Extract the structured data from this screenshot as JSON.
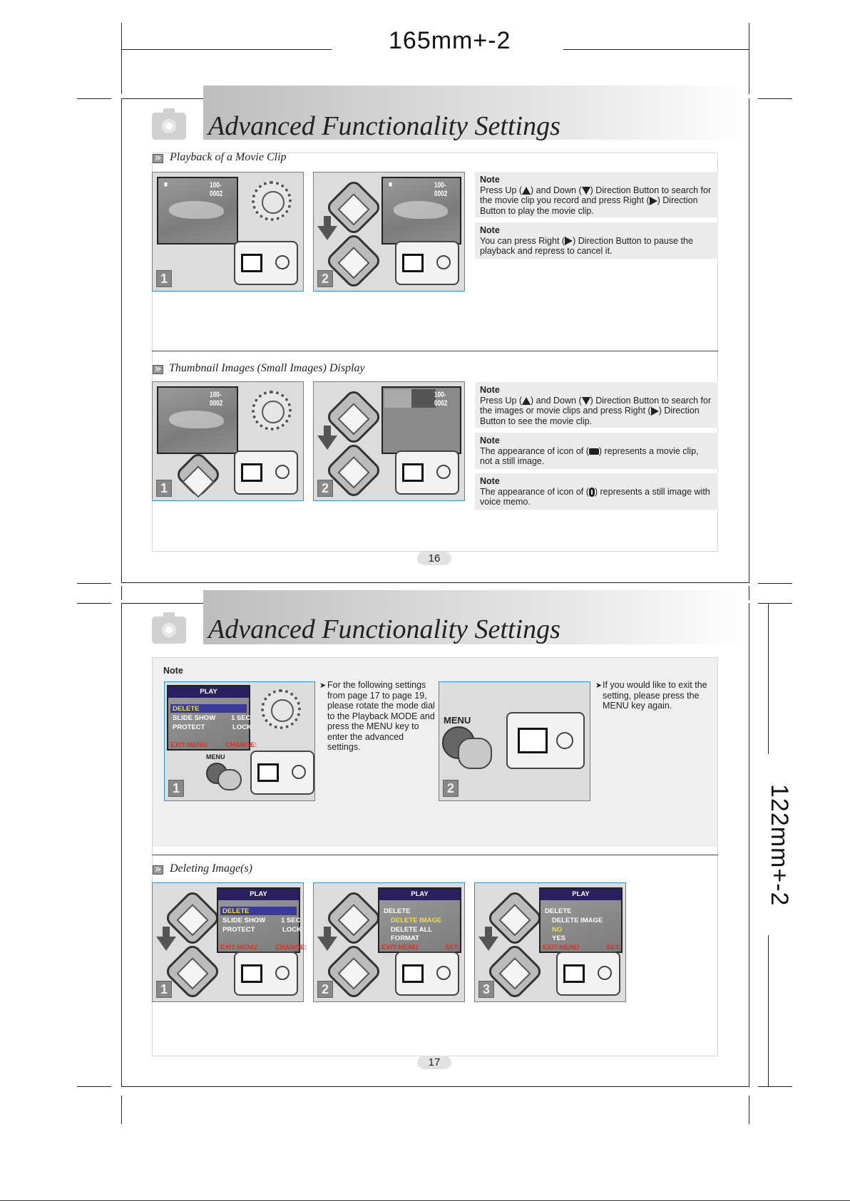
{
  "spec": {
    "width_label": "165mm+-2",
    "height_label": "122mm+-2"
  },
  "page16": {
    "banner_title": "Advanced Functionality Settings",
    "section1": {
      "heading": "Playback of a Movie Clip",
      "panel1": {
        "counter": "100-0002",
        "step": "1"
      },
      "panel2": {
        "counter": "100-0002",
        "step": "2"
      },
      "notes": [
        {
          "title": "Note",
          "parts": [
            "Press Up (",
            ") and Down (",
            ") Direction Button to search for the movie clip you record and press Right (",
            ") Direction Button to play the movie clip."
          ]
        },
        {
          "title": "Note",
          "parts": [
            "You can press Right (",
            ") Direction Button to pause the playback and repress to cancel it."
          ]
        }
      ]
    },
    "section2": {
      "heading": "Thumbnail Images (Small Images) Display",
      "panel1": {
        "counter": "100-0002",
        "step": "1"
      },
      "panel2": {
        "counter": "100-0002",
        "step": "2"
      },
      "notes": [
        {
          "title": "Note",
          "parts": [
            "Press Up (",
            ") and Down (",
            ") Direction Button to search for the images or movie clips and press Right (",
            ") Direction Button to see the movie clip."
          ]
        },
        {
          "title": "Note",
          "parts": [
            "The appearance of icon of (",
            ") represents a movie clip, not a still image."
          ]
        },
        {
          "title": "Note",
          "parts": [
            "The appearance of icon of (",
            ") represents a still image with voice memo."
          ]
        }
      ]
    },
    "page_number": "16"
  },
  "page17": {
    "banner_title": "Advanced Functionality Settings",
    "note_section": {
      "title": "Note",
      "screen": {
        "header": "PLAY",
        "items": [
          "DELETE",
          "SLIDE SHOW",
          "PROTECT"
        ],
        "values": [
          "1 SEC",
          "LOCK"
        ],
        "footer_left": "EXIT:MENU",
        "footer_right": "CHANGE:"
      },
      "menu_label": "MENU",
      "step1": "1",
      "step2": "2",
      "instruction1": "For the following settings from page 17 to page 19, please rotate the mode dial to the Playback MODE and press the MENU key to enter the advanced settings.",
      "instruction2": "If you would like to exit the setting, please press the MENU key again."
    },
    "section3": {
      "heading": "Deleting Image(s)",
      "panel1": {
        "header": "PLAY",
        "items": [
          "DELETE",
          "SLIDE SHOW",
          "PROTECT"
        ],
        "values": [
          "1 SEC",
          "LOCK"
        ],
        "footer_left": "EXIT:MENU",
        "footer_right": "CHANGE:",
        "step": "1"
      },
      "panel2": {
        "header": "PLAY",
        "items": [
          "DELETE",
          "DELETE IMAGE",
          "DELETE ALL",
          "FORMAT"
        ],
        "footer_left": "EXIT:MENU",
        "footer_right": "SET:",
        "step": "2"
      },
      "panel3": {
        "header": "PLAY",
        "items": [
          "DELETE",
          "DELETE IMAGE",
          "NO",
          "YES"
        ],
        "footer_left": "EXIT:MENU",
        "footer_right": "SET:",
        "step": "3"
      }
    },
    "page_number": "17"
  }
}
